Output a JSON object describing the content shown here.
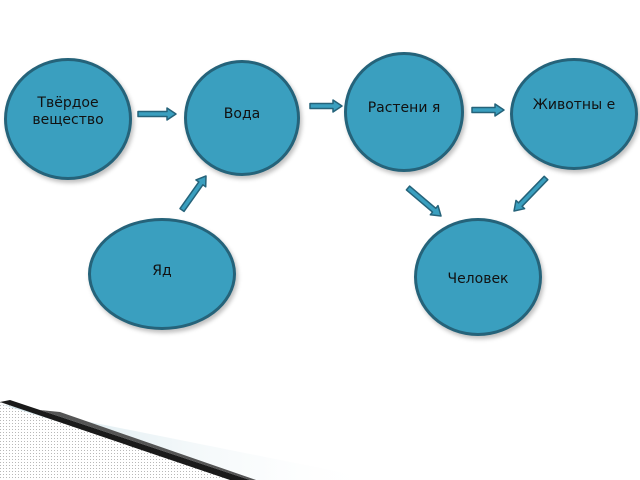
{
  "nodes": {
    "solid": "Твёрдое вещество",
    "water": "Вода",
    "plants": "Растени я",
    "animals": "Животны е",
    "poison": "Яд",
    "human": "Человек"
  },
  "colors": {
    "node_fill": "#3a9fbf",
    "node_border": "#25637a",
    "arrow_fill": "#3a9fbf",
    "arrow_border": "#25637a"
  },
  "edges": [
    {
      "from": "solid",
      "to": "water"
    },
    {
      "from": "water",
      "to": "plants"
    },
    {
      "from": "plants",
      "to": "animals"
    },
    {
      "from": "poison",
      "to": "water"
    },
    {
      "from": "plants",
      "to": "human"
    },
    {
      "from": "animals",
      "to": "human"
    }
  ]
}
